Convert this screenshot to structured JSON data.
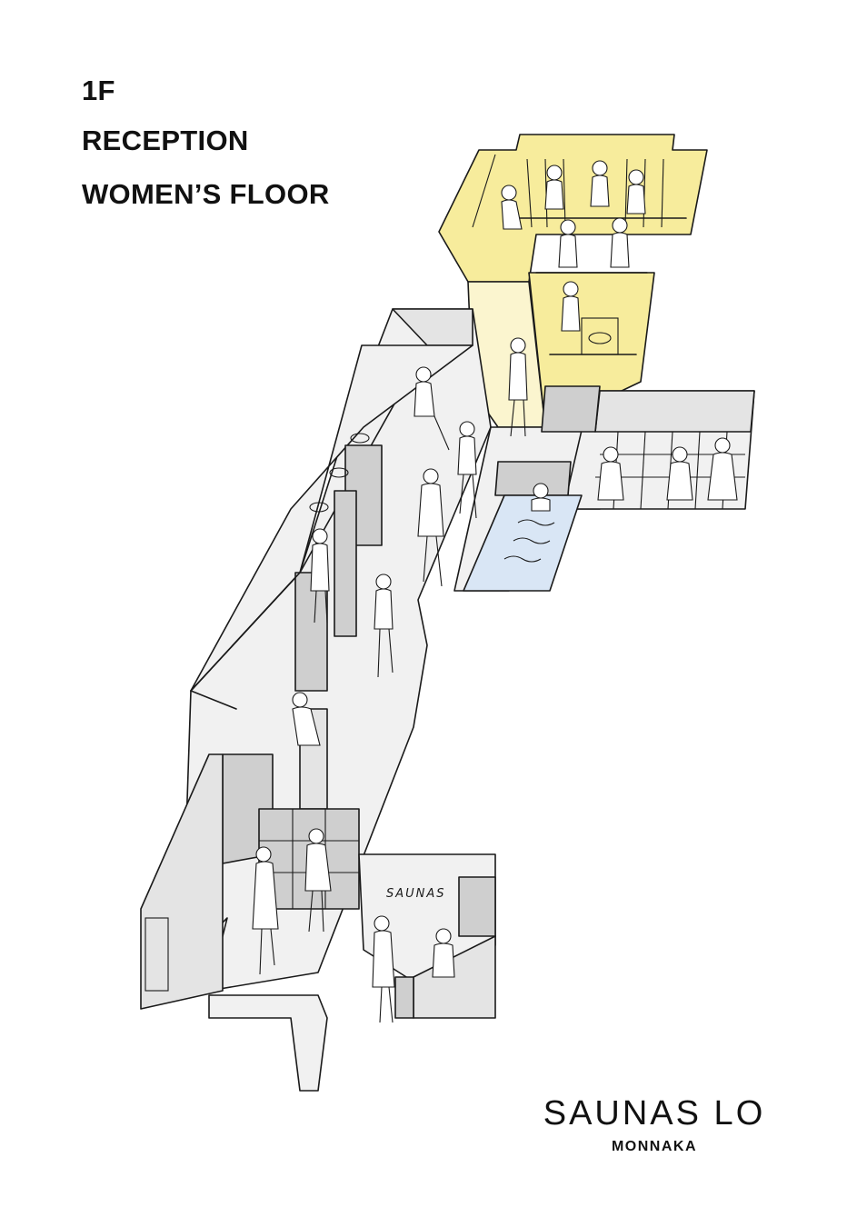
{
  "heading": {
    "line1": "1F",
    "line2": "RECEPTION",
    "line3": "WOMEN’S FLOOR"
  },
  "sign": {
    "label": "SAUNAS"
  },
  "brand": {
    "name": "SAUNAS LO",
    "subtitle": "MONNAKA"
  },
  "colors": {
    "sauna_yellow": "#f7ec9c",
    "pool_blue": "#d9e6f5",
    "wall_gray": "#cfcfcf",
    "floor_gray": "#f1f1f1"
  }
}
